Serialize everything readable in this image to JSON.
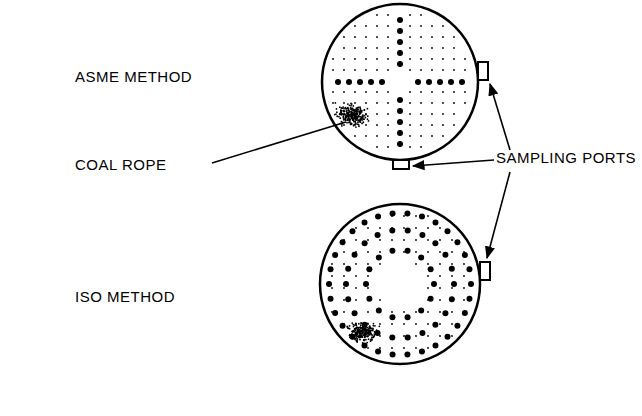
{
  "diagram": {
    "labels": [
      "ASME METHOD",
      "COAL ROPE",
      "SAMPLING PORTS",
      "ISO METHOD"
    ]
  }
}
